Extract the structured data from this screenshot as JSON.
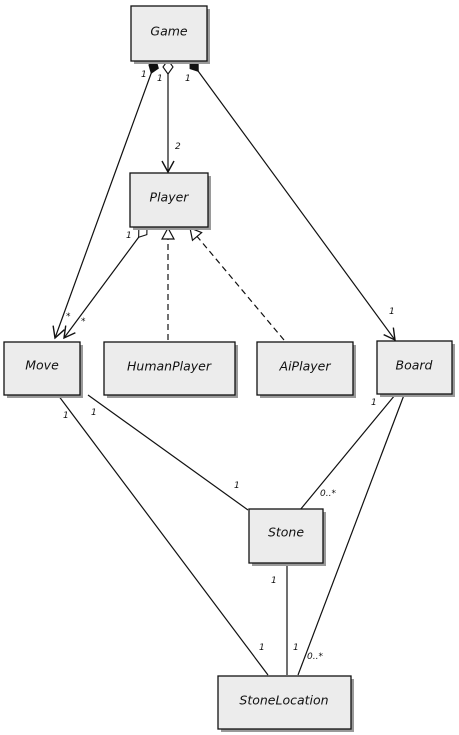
{
  "classes": {
    "game": "Game",
    "player": "Player",
    "move": "Move",
    "human_player": "HumanPlayer",
    "ai_player": "AiPlayer",
    "board": "Board",
    "stone": "Stone",
    "stone_location": "StoneLocation"
  },
  "multiplicities": {
    "game_move_src": "1",
    "game_player_src": "1",
    "game_player_dst": "2",
    "game_board_src": "1",
    "game_move_dst": "*",
    "player_move_src": "1",
    "player_move_dst": "*",
    "board_game_dst": "1",
    "move_stone_src": "1",
    "move_stone_dst": "1",
    "move_loc_src": "1",
    "move_loc_dst": "1",
    "board_stone_src": "1",
    "board_stone_dst": "0..*",
    "stone_loc_src": "1",
    "stone_loc_dst": "1",
    "board_loc_dst": "0..*"
  }
}
